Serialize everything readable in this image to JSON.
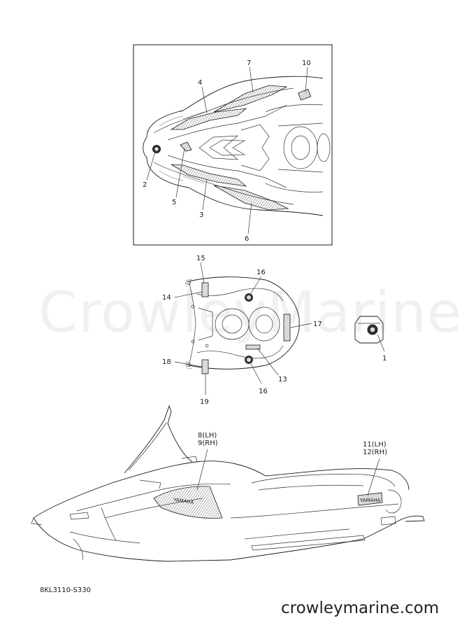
{
  "watermark": "CrowleyMarine",
  "diagram_code": "8KL3110-S330",
  "site_footer": "crowleymarine.com",
  "callouts": {
    "c1": "1",
    "c2": "2",
    "c3": "3",
    "c4": "4",
    "c5": "5",
    "c6": "6",
    "c7": "7",
    "c10": "10",
    "c13": "13",
    "c14": "14",
    "c15": "15",
    "c16a": "16",
    "c16b": "16",
    "c17": "17",
    "c18": "18",
    "c19": "19",
    "c8": "8(LH)",
    "c9": "9(RH)",
    "c11": "11(LH)",
    "c12": "12(RH)"
  },
  "decal_text": {
    "brand": "YAMAHA"
  }
}
